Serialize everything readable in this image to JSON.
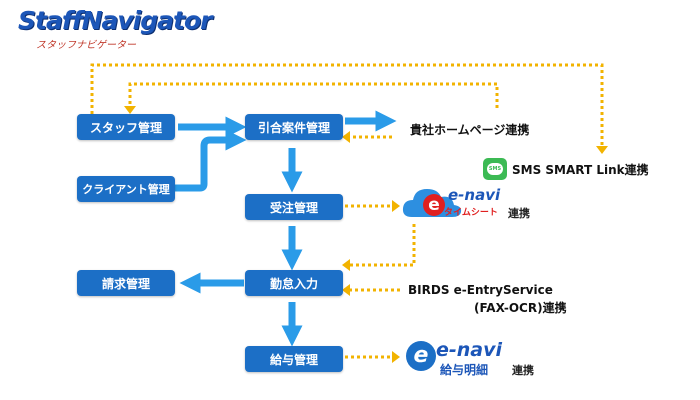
{
  "logo": {
    "main": "StaffNavigator",
    "sub": "スタッフナビゲーター"
  },
  "boxes": {
    "staff": "スタッフ管理",
    "client": "クライアント管理",
    "hikiai": "引合案件管理",
    "juchu": "受注管理",
    "kintai": "勤怠入力",
    "seikyu": "請求管理",
    "kyuyo": "給与管理"
  },
  "external": {
    "homepage": "貴社ホームページ連携",
    "sms": "SMS SMART Link連携",
    "sms_icon": "SMS",
    "enavi1_brand": "e-navi",
    "enavi1_sub": "タイムシート",
    "enavi1_suffix": "連携",
    "birds_line1": "BIRDS e-EntryService",
    "birds_line2": "(FAX-OCR)連携",
    "enavi2_brand": "e-navi",
    "enavi2_sub": "給与明細",
    "enavi2_suffix": "連携"
  },
  "colors": {
    "box": "#1c6fc6",
    "arrow": "#2a9be8",
    "dotted": "#f2b300",
    "sms_green": "#3cba54"
  }
}
